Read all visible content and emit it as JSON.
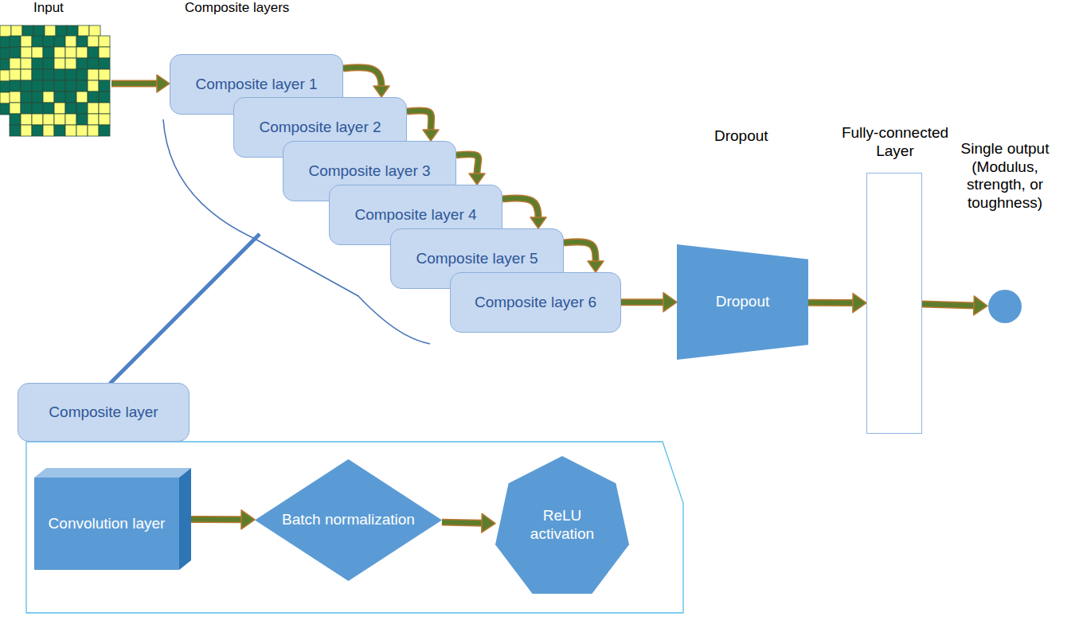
{
  "diagram": {
    "nodes": [
      {
        "text": [
          "Composite layer 1"
        ]
      },
      {
        "text": [
          "Composite layer 2"
        ]
      },
      {
        "text": [
          "Composite layer 3"
        ]
      },
      {
        "text": [
          "Composite layer 4"
        ]
      },
      {
        "text": [
          "Composite layer 5"
        ]
      },
      {
        "text": [
          "Composite layer 6"
        ]
      },
      {
        "text": [
          "Dropout"
        ]
      },
      {
        "text": [
          "Fully-connected Layer"
        ]
      },
      {
        "text": [
          "Single output (Modulus, strength, or toughness)"
        ]
      },
      {
        "text": [
          "Composite layer"
        ]
      },
      {
        "text": [
          "Convolution layer"
        ]
      },
      {
        "text": [
          "Batch normalization"
        ]
      },
      {
        "text": [
          "ReLU activation"
        ]
      }
    ],
    "edges": [
      {
        "from": 0,
        "to": 1,
        "arrow": "to"
      },
      {
        "from": 1,
        "to": 2,
        "arrow": "to"
      },
      {
        "from": 2,
        "to": 3,
        "arrow": "to"
      },
      {
        "from": 3,
        "to": 4,
        "arrow": "to"
      },
      {
        "from": 4,
        "to": 5,
        "arrow": "to"
      },
      {
        "from": 5,
        "to": 6,
        "arrow": "to"
      },
      {
        "from": 6,
        "to": 7,
        "arrow": "to"
      },
      {
        "from": 7,
        "to": 8,
        "arrow": "to"
      },
      {
        "from": 10,
        "to": 11,
        "arrow": "to"
      },
      {
        "from": 11,
        "to": 12,
        "arrow": "to"
      }
    ],
    "labels": [
      "Input",
      "Composite layers",
      "Dropout"
    ]
  }
}
